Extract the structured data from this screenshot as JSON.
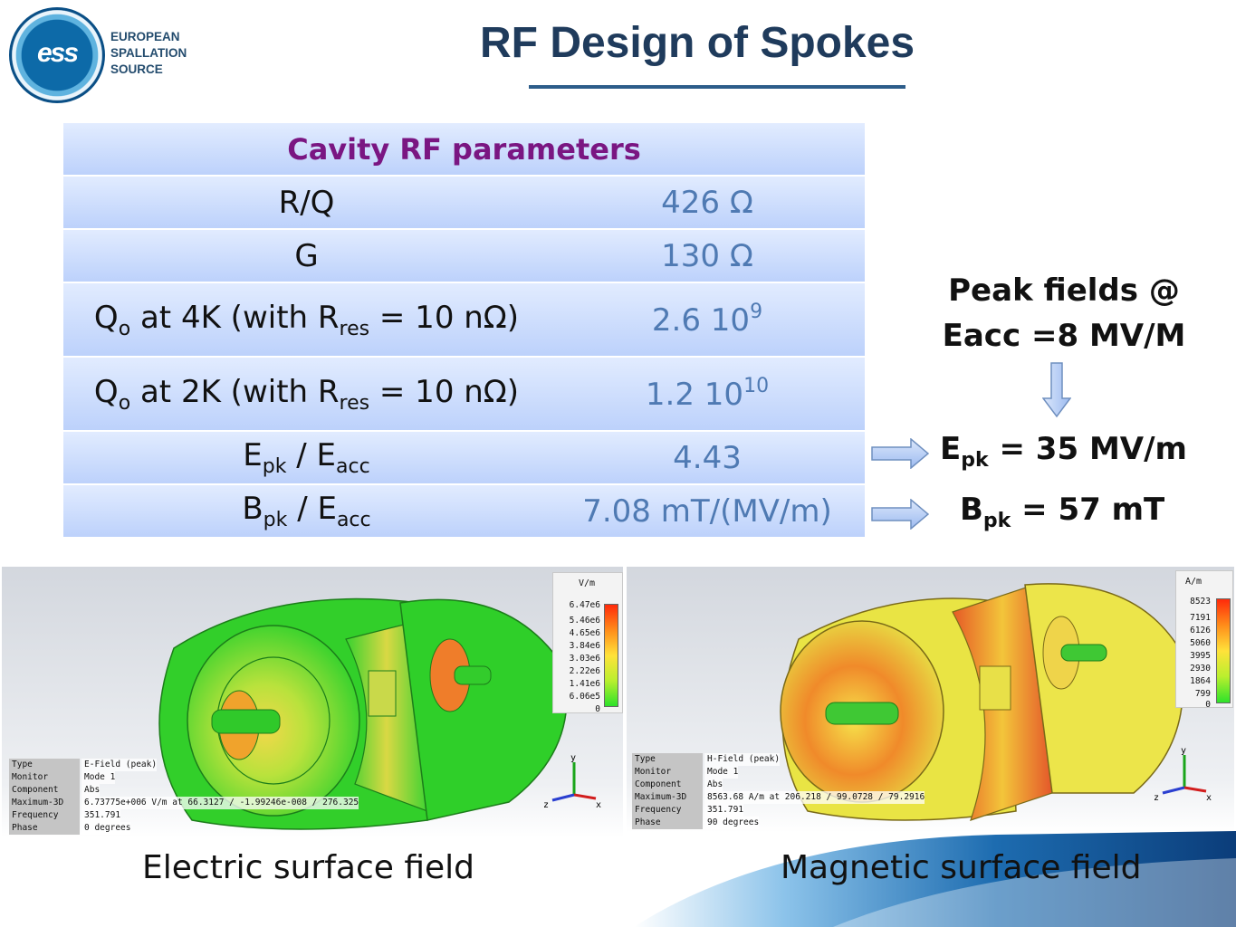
{
  "logo": {
    "mark": "ess",
    "line1": "EUROPEAN",
    "line2": "SPALLATION",
    "line3": "SOURCE"
  },
  "title": "RF Design of Spokes",
  "table": {
    "header": "Cavity RF parameters",
    "rows": [
      {
        "label_main": "R/Q",
        "value_main": "426  Ω"
      },
      {
        "label_main": "G",
        "value_main": "130  Ω"
      },
      {
        "label_pre": "Q",
        "label_sub": "o",
        "label_mid": " at 4K (with R",
        "label_sub2": "res",
        "label_post": " = 10 nΩ)",
        "value_main": "2.6 10",
        "value_sup": "9"
      },
      {
        "label_pre": "Q",
        "label_sub": "o",
        "label_mid": " at 2K (with R",
        "label_sub2": "res",
        "label_post": " = 10 nΩ)",
        "value_main": "1.2 10",
        "value_sup": "10"
      },
      {
        "label_pre": "E",
        "label_sub": "pk",
        "label_mid": " / E",
        "label_sub2": "acc",
        "value_main": "4.43"
      },
      {
        "label_pre": "B",
        "label_sub": "pk",
        "label_mid": " / E",
        "label_sub2": "acc",
        "value_main": "7.08 mT/(MV/m)"
      }
    ]
  },
  "peak": {
    "line1": "Peak fields @",
    "line2": "Eacc =8 MV/M",
    "epk_pre": "E",
    "epk_sub": "pk",
    "epk_post": " = 35 MV/m",
    "bpk_pre": "B",
    "bpk_sub": "pk",
    "bpk_post": " = 57 mT"
  },
  "electric_panel": {
    "legend_unit": "V/m",
    "legend_ticks": [
      "6.47e6",
      "5.46e6",
      "4.65e6",
      "3.84e6",
      "3.03e6",
      "2.22e6",
      "1.41e6",
      "6.06e5",
      "0"
    ],
    "info": [
      {
        "key": "Type",
        "value": "E-Field (peak)"
      },
      {
        "key": "Monitor",
        "value": "Mode 1"
      },
      {
        "key": "Component",
        "value": "Abs"
      },
      {
        "key": "Maximum-3D",
        "value": "6.73775e+006 V/m at 66.3127 / -1.99246e-008 / 276.325"
      },
      {
        "key": "Frequency",
        "value": "351.791"
      },
      {
        "key": "Phase",
        "value": "0 degrees"
      }
    ],
    "caption": "Electric surface field"
  },
  "magnetic_panel": {
    "legend_unit": "A/m",
    "legend_ticks": [
      "8523",
      "7191",
      "6126",
      "5060",
      "3995",
      "2930",
      "1864",
      "799",
      "0"
    ],
    "info": [
      {
        "key": "Type",
        "value": "H-Field (peak)"
      },
      {
        "key": "Monitor",
        "value": "Mode 1"
      },
      {
        "key": "Component",
        "value": "Abs"
      },
      {
        "key": "Maximum-3D",
        "value": "8563.68 A/m at 206.218 / 99.0728 / 79.2916"
      },
      {
        "key": "Frequency",
        "value": "351.791"
      },
      {
        "key": "Phase",
        "value": "90 degrees"
      }
    ],
    "caption": "Magnetic surface field"
  },
  "axes": {
    "x": "x",
    "y": "y",
    "z": "z"
  },
  "colors": {
    "title": "#1f3b5c",
    "table_header": "#7a1682",
    "table_value": "#4f7ab3",
    "table_row": "#c6d8fc",
    "arrow": "#9dbbf0"
  }
}
